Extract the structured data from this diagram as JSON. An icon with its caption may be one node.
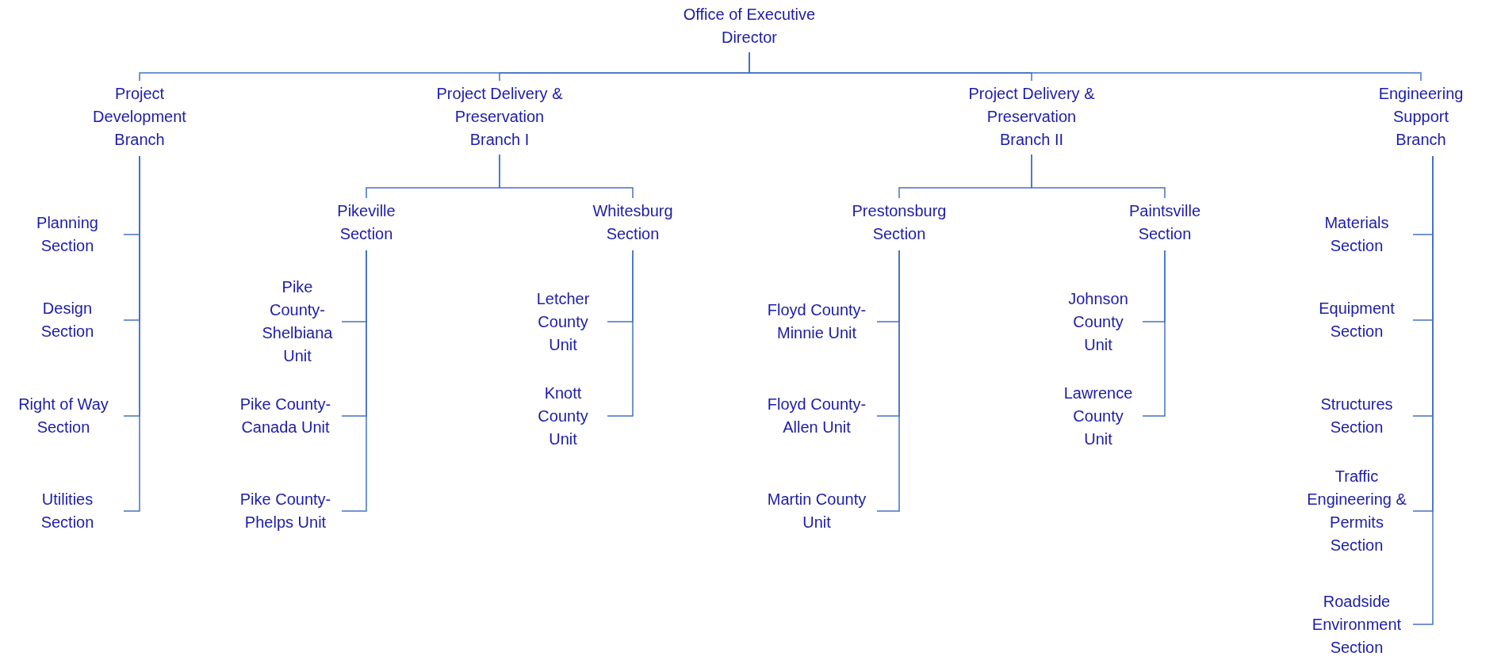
{
  "diagram": {
    "nodes": [
      {
        "text": [
          "Office of Executive Director"
        ]
      },
      {
        "text": [
          "Project Development Branch"
        ]
      },
      {
        "text": [
          "Project Delivery & Preservation Branch I"
        ]
      },
      {
        "text": [
          "Project Delivery & Preservation Branch II"
        ]
      },
      {
        "text": [
          "Engineering Support Branch"
        ]
      },
      {
        "text": [
          "Planning Section"
        ]
      },
      {
        "text": [
          "Design Section"
        ]
      },
      {
        "text": [
          "Right of Way Section"
        ]
      },
      {
        "text": [
          "Utilities Section"
        ]
      },
      {
        "text": [
          "Pikeville Section"
        ]
      },
      {
        "text": [
          "Whitesburg Section"
        ]
      },
      {
        "text": [
          "Pike County-Shelbiana Unit"
        ]
      },
      {
        "text": [
          "Pike County-Canada Unit"
        ]
      },
      {
        "text": [
          "Pike County-Phelps Unit"
        ]
      },
      {
        "text": [
          "Letcher County Unit"
        ]
      },
      {
        "text": [
          "Knott County Unit"
        ]
      },
      {
        "text": [
          "Prestonsburg Section"
        ]
      },
      {
        "text": [
          "Paintsville Section"
        ]
      },
      {
        "text": [
          "Floyd County-Minnie Unit"
        ]
      },
      {
        "text": [
          "Floyd County-Allen Unit"
        ]
      },
      {
        "text": [
          "Martin County Unit"
        ]
      },
      {
        "text": [
          "Johnson County Unit"
        ]
      },
      {
        "text": [
          "Lawrence County Unit"
        ]
      },
      {
        "text": [
          "Materials Section"
        ]
      },
      {
        "text": [
          "Equipment Section"
        ]
      },
      {
        "text": [
          "Structures Section"
        ]
      },
      {
        "text": [
          "Traffic Engineering & Permits Section"
        ]
      },
      {
        "text": [
          "Roadside Environment Section"
        ]
      }
    ],
    "edges": [
      {
        "from": 0,
        "to": 1,
        "arrow": "none"
      },
      {
        "from": 0,
        "to": 2,
        "arrow": "none"
      },
      {
        "from": 0,
        "to": 3,
        "arrow": "none"
      },
      {
        "from": 0,
        "to": 4,
        "arrow": "none"
      },
      {
        "from": 1,
        "to": 5,
        "arrow": "none"
      },
      {
        "from": 1,
        "to": 6,
        "arrow": "none"
      },
      {
        "from": 1,
        "to": 7,
        "arrow": "none"
      },
      {
        "from": 1,
        "to": 8,
        "arrow": "none"
      },
      {
        "from": 2,
        "to": 9,
        "arrow": "none"
      },
      {
        "from": 2,
        "to": 10,
        "arrow": "none"
      },
      {
        "from": 9,
        "to": 11,
        "arrow": "none"
      },
      {
        "from": 9,
        "to": 12,
        "arrow": "none"
      },
      {
        "from": 9,
        "to": 13,
        "arrow": "none"
      },
      {
        "from": 10,
        "to": 14,
        "arrow": "none"
      },
      {
        "from": 10,
        "to": 15,
        "arrow": "none"
      },
      {
        "from": 3,
        "to": 16,
        "arrow": "none"
      },
      {
        "from": 3,
        "to": 17,
        "arrow": "none"
      },
      {
        "from": 16,
        "to": 18,
        "arrow": "none"
      },
      {
        "from": 16,
        "to": 19,
        "arrow": "none"
      },
      {
        "from": 16,
        "to": 20,
        "arrow": "none"
      },
      {
        "from": 17,
        "to": 21,
        "arrow": "none"
      },
      {
        "from": 17,
        "to": 22,
        "arrow": "none"
      },
      {
        "from": 4,
        "to": 23,
        "arrow": "none"
      },
      {
        "from": 4,
        "to": 24,
        "arrow": "none"
      },
      {
        "from": 4,
        "to": 25,
        "arrow": "none"
      },
      {
        "from": 4,
        "to": 26,
        "arrow": "none"
      },
      {
        "from": 4,
        "to": 27,
        "arrow": "none"
      }
    ]
  }
}
